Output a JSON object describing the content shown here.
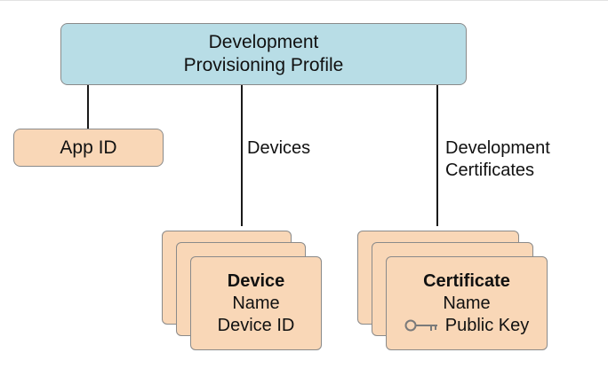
{
  "profile": {
    "line1": "Development",
    "line2": "Provisioning Profile"
  },
  "app_id": "App ID",
  "devices_label": "Devices",
  "certs_label": {
    "line1": "Development",
    "line2": "Certificates"
  },
  "device_card": {
    "title": "Device",
    "line2": "Name",
    "line3": "Device ID"
  },
  "cert_card": {
    "title": "Certificate",
    "line2": "Name",
    "line3": "Public Key"
  },
  "colors": {
    "profile_fill": "#b8dde6",
    "card_fill": "#f9d7b7",
    "border": "#8a8a8a"
  },
  "icons": {
    "key": "key-icon"
  }
}
